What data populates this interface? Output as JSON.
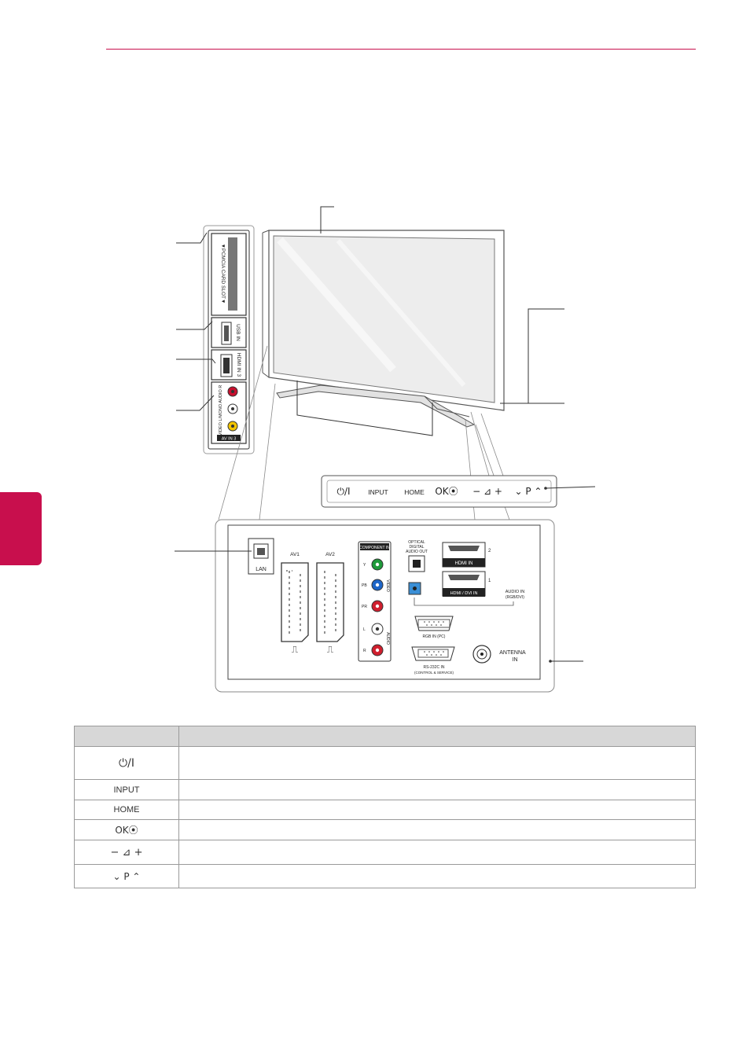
{
  "colors": {
    "accent": "#c80f4d",
    "line": "#8a8a8a",
    "table_header": "#d7d7d7"
  },
  "side_panel": {
    "card_slot_label": "▼PCMCIA CARD SLOT▼",
    "usb_label": "USB IN",
    "hdmi_label": "HDMI IN 3",
    "av_labels": "VIDEO L/MONO AUDIO R",
    "av_in_label": "AV IN 3"
  },
  "front_buttons": [
    {
      "name": "power",
      "label": "⏻/I"
    },
    {
      "name": "input",
      "label": "INPUT"
    },
    {
      "name": "home",
      "label": "HOME"
    },
    {
      "name": "ok",
      "label": "OK⦿"
    },
    {
      "name": "volume",
      "label": "− ⊿ +"
    },
    {
      "name": "program",
      "label": "⌄ P ⌃"
    }
  ],
  "back_panel": {
    "lan": "LAN",
    "av1": "AV1",
    "av2": "AV2",
    "component_in": "COMPONENT IN",
    "component_jacks": [
      "Y",
      "PB",
      "PR",
      "L",
      "R"
    ],
    "video": "VIDEO",
    "audio": "AUDIO",
    "optical": [
      "OPTICAL",
      "DIGITAL",
      "AUDIO OUT"
    ],
    "hdmi_in": "HDMI IN",
    "hdmi_dvi_in": "HDMI / DVI IN",
    "hdmi_num_2": "2",
    "hdmi_num_1": "1",
    "audio_in": [
      "AUDIO IN",
      "(RGB/DVI)"
    ],
    "rgb_in": "RGB IN (PC)",
    "rs232c": [
      "RS-232C IN",
      "(CONTROL & SERVICE)"
    ],
    "antenna": [
      "ANTENNA",
      "IN"
    ]
  },
  "table": {
    "headers": [
      "",
      ""
    ],
    "rows": [
      {
        "button": "⏻/I",
        "desc": ""
      },
      {
        "button": "INPUT",
        "desc": ""
      },
      {
        "button": "HOME",
        "desc": ""
      },
      {
        "button": "OK⦿",
        "desc": ""
      },
      {
        "button": "− ⊿ +",
        "desc": ""
      },
      {
        "button": "⌄  P  ⌃",
        "desc": ""
      }
    ]
  }
}
